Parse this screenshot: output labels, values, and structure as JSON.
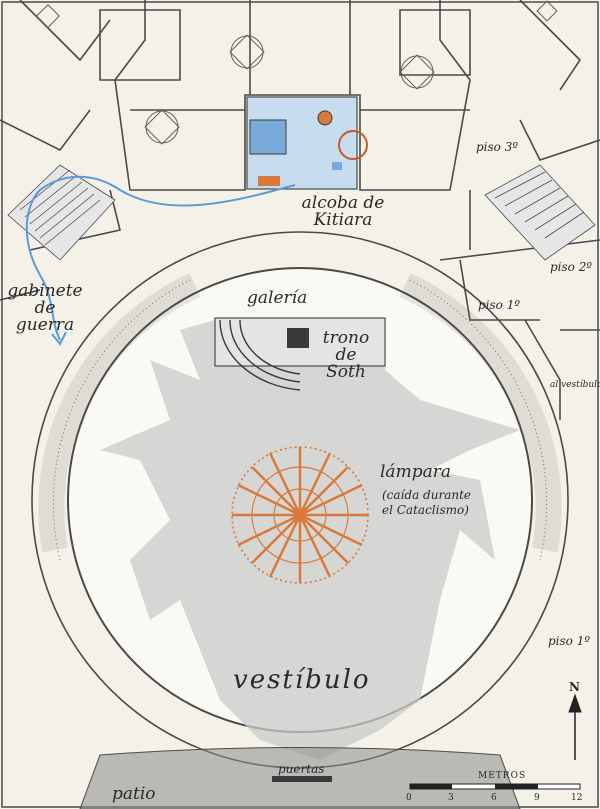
{
  "map": {
    "labels": {
      "alcoba": "alcoba de\nKitiara",
      "gabinete": "gabinete\nde\nguerra",
      "galeria": "galería",
      "trono": "trono\nde\nSoth",
      "lampara": "lámpara",
      "lampara_note": "(caída durante\nel Cataclismo)",
      "vestibulo": "vestíbulo",
      "piso3": "piso 3º",
      "piso2": "piso 2º",
      "piso1_upper": "piso 1º",
      "piso1_lower": "piso 1º",
      "al_vestibulo": "al vestíbulo",
      "puertas": "puertas",
      "patio": "patio"
    },
    "scale": {
      "title": "METROS",
      "ticks": [
        "0",
        "3",
        "6",
        "9",
        "12"
      ]
    },
    "north_symbol": "N",
    "colors": {
      "background": "#f4f1e8",
      "walls": "#4a4a4a",
      "shadow": "#c9c9c9",
      "chandelier": "#d9793a",
      "alcove": "#c8dcef",
      "route": "#5b9bd5"
    }
  }
}
